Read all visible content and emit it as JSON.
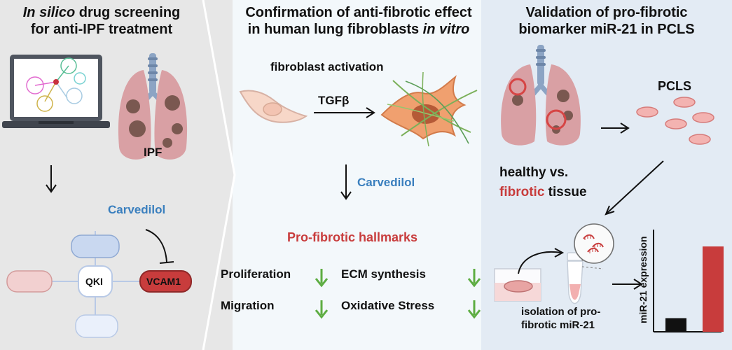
{
  "panels": {
    "left": {
      "title_prefix": "In silico",
      "title_rest": " drug screening",
      "title_line2": "for anti-IPF treatment",
      "ipf_label": "IPF",
      "drug_label": "Carvedilol",
      "network": {
        "center": "QKI",
        "target": "VCAM1"
      }
    },
    "middle": {
      "title_line1": "Confirmation of anti-fibrotic effect",
      "title_line2_plain": "in human lung fibroblasts ",
      "title_line2_italic": "in vitro",
      "activation_label": "fibroblast activation",
      "tgfb_label": "TGFβ",
      "drug_label": "Carvedilol",
      "hallmarks_title": "Pro-fibrotic hallmarks",
      "hallmarks": [
        "Proliferation",
        "ECM synthesis",
        "Migration",
        "Oxidative Stress"
      ]
    },
    "right": {
      "title_line1": "Validation of pro-fibrotic",
      "title_line2": "biomarker miR-21 in PCLS",
      "pcls_label": "PCLS",
      "compare_line1": "healthy vs.",
      "compare_word": "fibrotic",
      "compare_rest": " tissue",
      "isolation_line1": "isolation of pro-",
      "isolation_line2": "fibrotic miR-21",
      "y_axis_label": "miR-21 expression"
    }
  },
  "chart_data": {
    "type": "bar",
    "categories": [
      "",
      ""
    ],
    "values": [
      0.16,
      1.0
    ],
    "ylabel": "miR-21 expression",
    "ylim": [
      0,
      1.05
    ],
    "colors": [
      "#111111",
      "#c83c3c"
    ]
  },
  "colors": {
    "red": "#c83c3c",
    "blue": "#3a7fbe",
    "green": "#5dad42",
    "lung": "#d9a0a4",
    "lung_dark": "#7a5850",
    "disk": "#f3b3b1",
    "node_blue": "#c9d8f0",
    "node_pink": "#f2d0d0"
  }
}
